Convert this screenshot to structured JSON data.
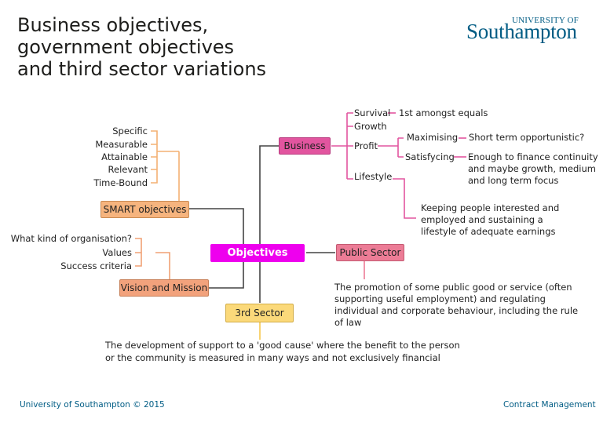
{
  "title": {
    "line1": "Business objectives,",
    "line2": "government objectives",
    "line3": "and third sector variations"
  },
  "logo": {
    "top": "UNIVERSITY OF",
    "main": "Southampton"
  },
  "central": {
    "label": "Objectives"
  },
  "smart": {
    "label": "SMART objectives",
    "items": [
      "Specific",
      "Measurable",
      "Attainable",
      "Relevant",
      "Time-Bound"
    ]
  },
  "vision": {
    "label": "Vision and Mission",
    "items": [
      "What kind of organisation?",
      "Values",
      "Success criteria"
    ]
  },
  "business": {
    "label": "Business",
    "survival": "Survival",
    "survival_note": "1st amongst equals",
    "growth": "Growth",
    "profit": "Profit",
    "maximising": "Maximising",
    "maximising_note": "Short term opportunistic?",
    "satisfycing": "Satisfycing",
    "satisfycing_note": "Enough to finance continuity and maybe growth, medium and long term focus",
    "lifestyle": "Lifestyle",
    "lifestyle_note": "Keeping people interested and employed and sustaining a lifestyle of adequate earnings"
  },
  "public": {
    "label": "Public Sector",
    "note": "The promotion of some public good or service (often supporting useful employment) and regulating individual and corporate behaviour, including the rule of law"
  },
  "third": {
    "label": "3rd Sector",
    "note_line1": "The development of support to a 'good cause' where the benefit to the person",
    "note_line2": "or the community is measured in many ways and not exclusively financial"
  },
  "footer": {
    "left": "University of Southampton © 2015",
    "right": "Contract Management"
  },
  "colors": {
    "central": "#ee00ee",
    "business": "#e2559f",
    "public": "#ec7c96",
    "smart": "#f6b47e",
    "vision": "#f2a27c",
    "third": "#fbd97a",
    "dark_line": "#444444",
    "brand": "#005c84"
  }
}
